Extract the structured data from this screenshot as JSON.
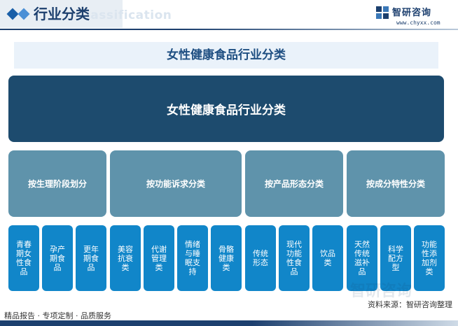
{
  "header": {
    "title": "行业分类",
    "watermark": "Classification",
    "logo_name": "智研咨询",
    "logo_url": "www.chyxx.com"
  },
  "diagram": {
    "title": "女性健康食品行业分类",
    "root": "女性健康食品行业分类",
    "categories": [
      {
        "label": "按生理阶段划分",
        "items": [
          "青春期女性食品",
          "孕产期食品",
          "更年期食品"
        ]
      },
      {
        "label": "按功能诉求分类",
        "items": [
          "美容抗衰类",
          "代谢管理类",
          "情绪与睡眠支持",
          "骨骼健康类"
        ]
      },
      {
        "label": "按产品形态分类",
        "items": [
          "传统形态",
          "现代功能性食品",
          "饮品类"
        ]
      },
      {
        "label": "按成分特性分类",
        "items": [
          "天然传统滋补品",
          "科学配方型",
          "功能性添加剂类"
        ]
      }
    ]
  },
  "footer": {
    "left": "精品报告 · 专项定制 · 品质服务",
    "right": "资料来源：智研咨询整理",
    "watermark": "智研咨询"
  },
  "colors": {
    "root": "#1d4b6e",
    "category": "#5f93ab",
    "leaf": "#1186c9",
    "brand": "#1c3f6e"
  }
}
